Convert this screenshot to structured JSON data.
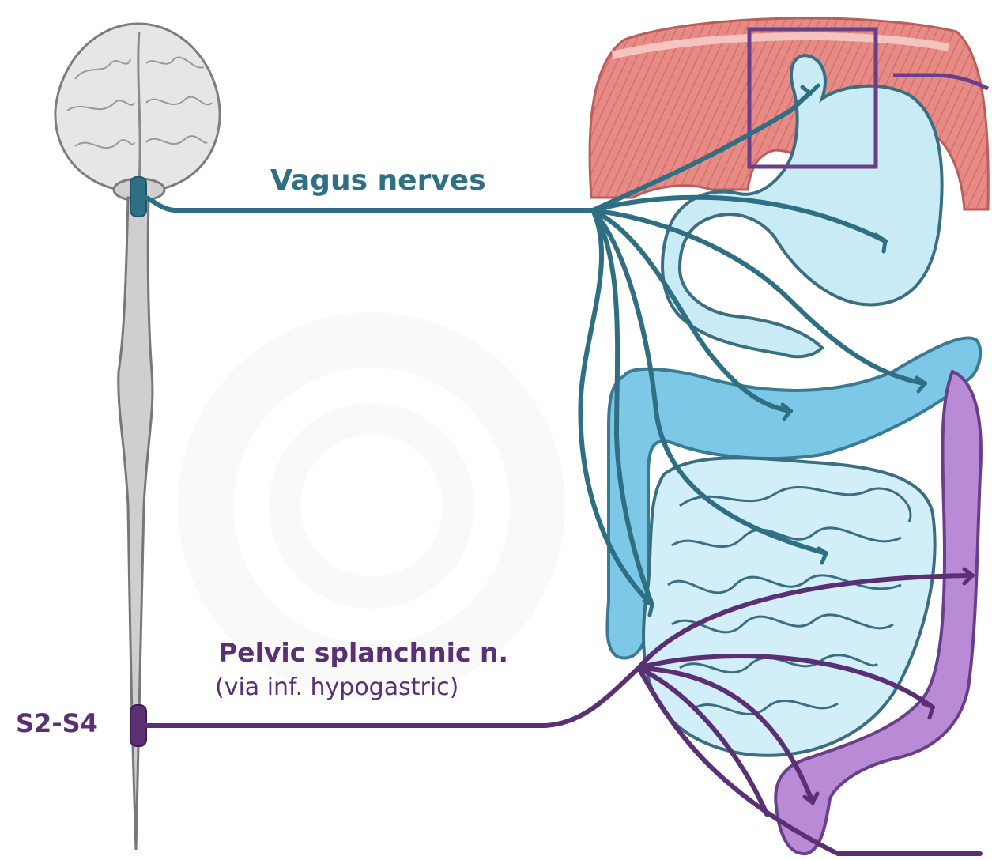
{
  "labels": {
    "vagus": "Vagus nerves",
    "pelvic": "Pelvic splanchnic n.",
    "pelvic_sub": "(via inf. hypogastric)",
    "segment": "S2-S4"
  },
  "colors": {
    "vagus": "#2e6f84",
    "pelvic": "#5a2f73",
    "diaphragm": "#e48a86",
    "gut": "#b7e3f2",
    "colon": "#7ac6e4",
    "rectum": "#b988d6",
    "brain": "#e4e4e4",
    "spinal_cord": "#c8c8c8"
  }
}
